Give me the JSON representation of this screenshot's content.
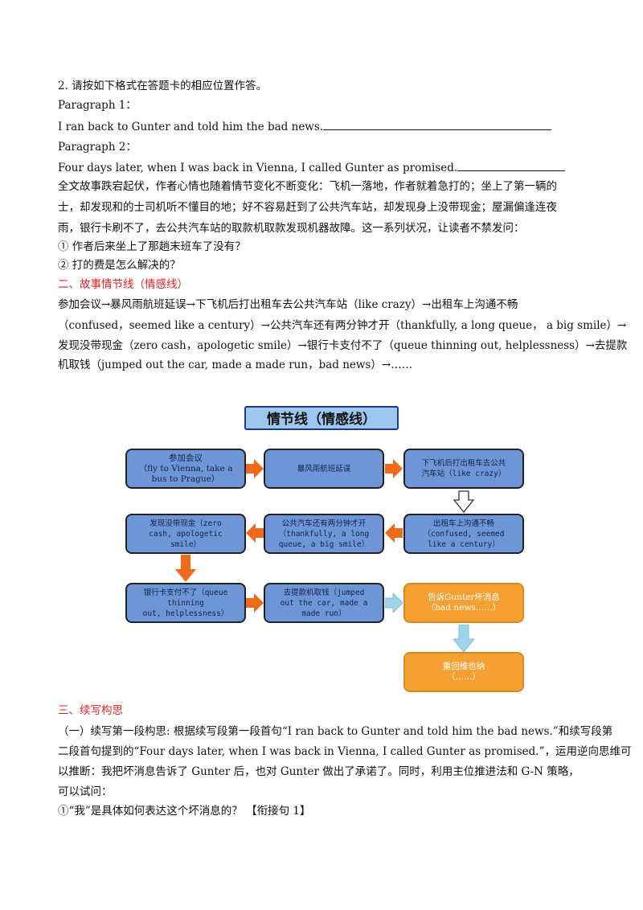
{
  "lines": {
    "l1": "2. 请按如下格式在答题卡的相应位置作答。",
    "l2": "Paragraph 1：",
    "l3": "I ran back to Gunter and told him the bad news.",
    "l4": "Paragraph 2：",
    "l5": "Four days later, when I was back in Vienna, I called Gunter as promised.",
    "l6": "全文故事跌宕起伏，作者心情也随着情节变化不断变化：飞机一落地，作者就着急打的；坐上了第一辆的",
    "l7": "士，却发现和的士司机听不懂目的地；好不容易赶到了公共汽车站，却发现身上没带现金；屋漏偏逢连夜",
    "l8": "雨，银行卡刷不了，去公共汽车站的取款机取款发现机器故障。这一系列状况，让读者不禁发问：",
    "l9": "① 作者后来坐上了那趟末班车了没有？",
    "l10": "② 打的费是怎么解决的？",
    "h2": "二、故事情节线（情感线）",
    "p1": "参加会议→暴风雨航班延误→下飞机后打出租车去公共汽车站（like crazy）→出租车上沟通不畅",
    "p2": "（confused，seemed like a century）→公共汽车还有两分钟才开（thankfully, a long queue，  a big smile）→",
    "p3": "发现没带现金（zero cash，apologetic smile）→银行卡支付不了（queue thinning out, helplessness）→去提款",
    "p4": "机取钱（jumped out the car, made a made run，bad news）→……",
    "h3": "三、续写构思",
    "q1": "（一）续写第一段构思: 根据续写段第一段首句“I ran back to Gunter and told him the bad news.”和续写段第",
    "q2": "二段首句提到的“Four days later, when I was back in Vienna, I called Gunter as promised.”，运用逆向思维可",
    "q3": "以推断：我把坏消息告诉了 Gunter 后，也对 Gunter 做出了承诺了。同时，利用主位推进法和 G-N 策略，",
    "q4": "可以试问：",
    "q5": "①“我”是具体如何表达这个坏消息的？ 【衔接句 1】"
  },
  "flowchart": {
    "title": "情节线（情感线）",
    "boxes": {
      "b1": "参加会议\n（fly to Vienna, take a\nbus to Prague）",
      "b2": "暴风雨航班延误",
      "b3": "下飞机后打出租车去公共\n汽车站（like crazy）",
      "b4": "出租车上沟通不畅\n（confused, seemed\nlike a century）",
      "b5": "公共汽车还有两分钟才开\n（thankfully, a long\nqueue,  a big smile）",
      "b6": "发现没带现金（zero\ncash, apologetic\nsmile）",
      "b7": "银行卡支付不了（queue\nthinning\nout, helplessness）",
      "b8": "去提款机取钱（jumped\nout the car, made a\nmade run）",
      "b9": "告诉Gunter坏消息\n（bad news……）",
      "b10": "重回维也纳\n（……）"
    },
    "colors": {
      "blue_box": "#6e96d6",
      "orange_box": "#f4a032",
      "orange_arrow": "#f06a1a",
      "light_arrow": "#9fd4ec"
    }
  }
}
